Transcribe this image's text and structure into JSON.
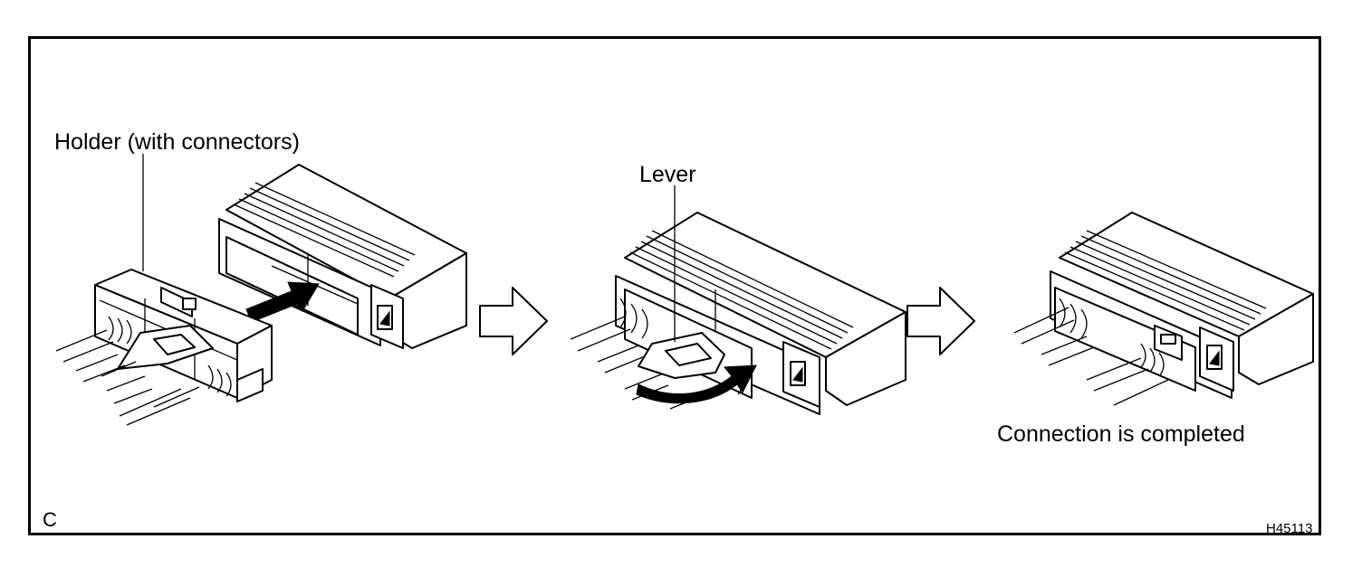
{
  "labels": {
    "holder": "Holder (with connectors)",
    "lever": "Lever",
    "completed": "Connection is completed",
    "corner": "C",
    "code": "H45113"
  },
  "steps": [
    {
      "icon": "holder-insert-illustration"
    },
    {
      "icon": "lever-rotate-illustration"
    },
    {
      "icon": "connection-completed-illustration"
    }
  ],
  "colors": {
    "line": "#000000",
    "background": "#ffffff"
  }
}
